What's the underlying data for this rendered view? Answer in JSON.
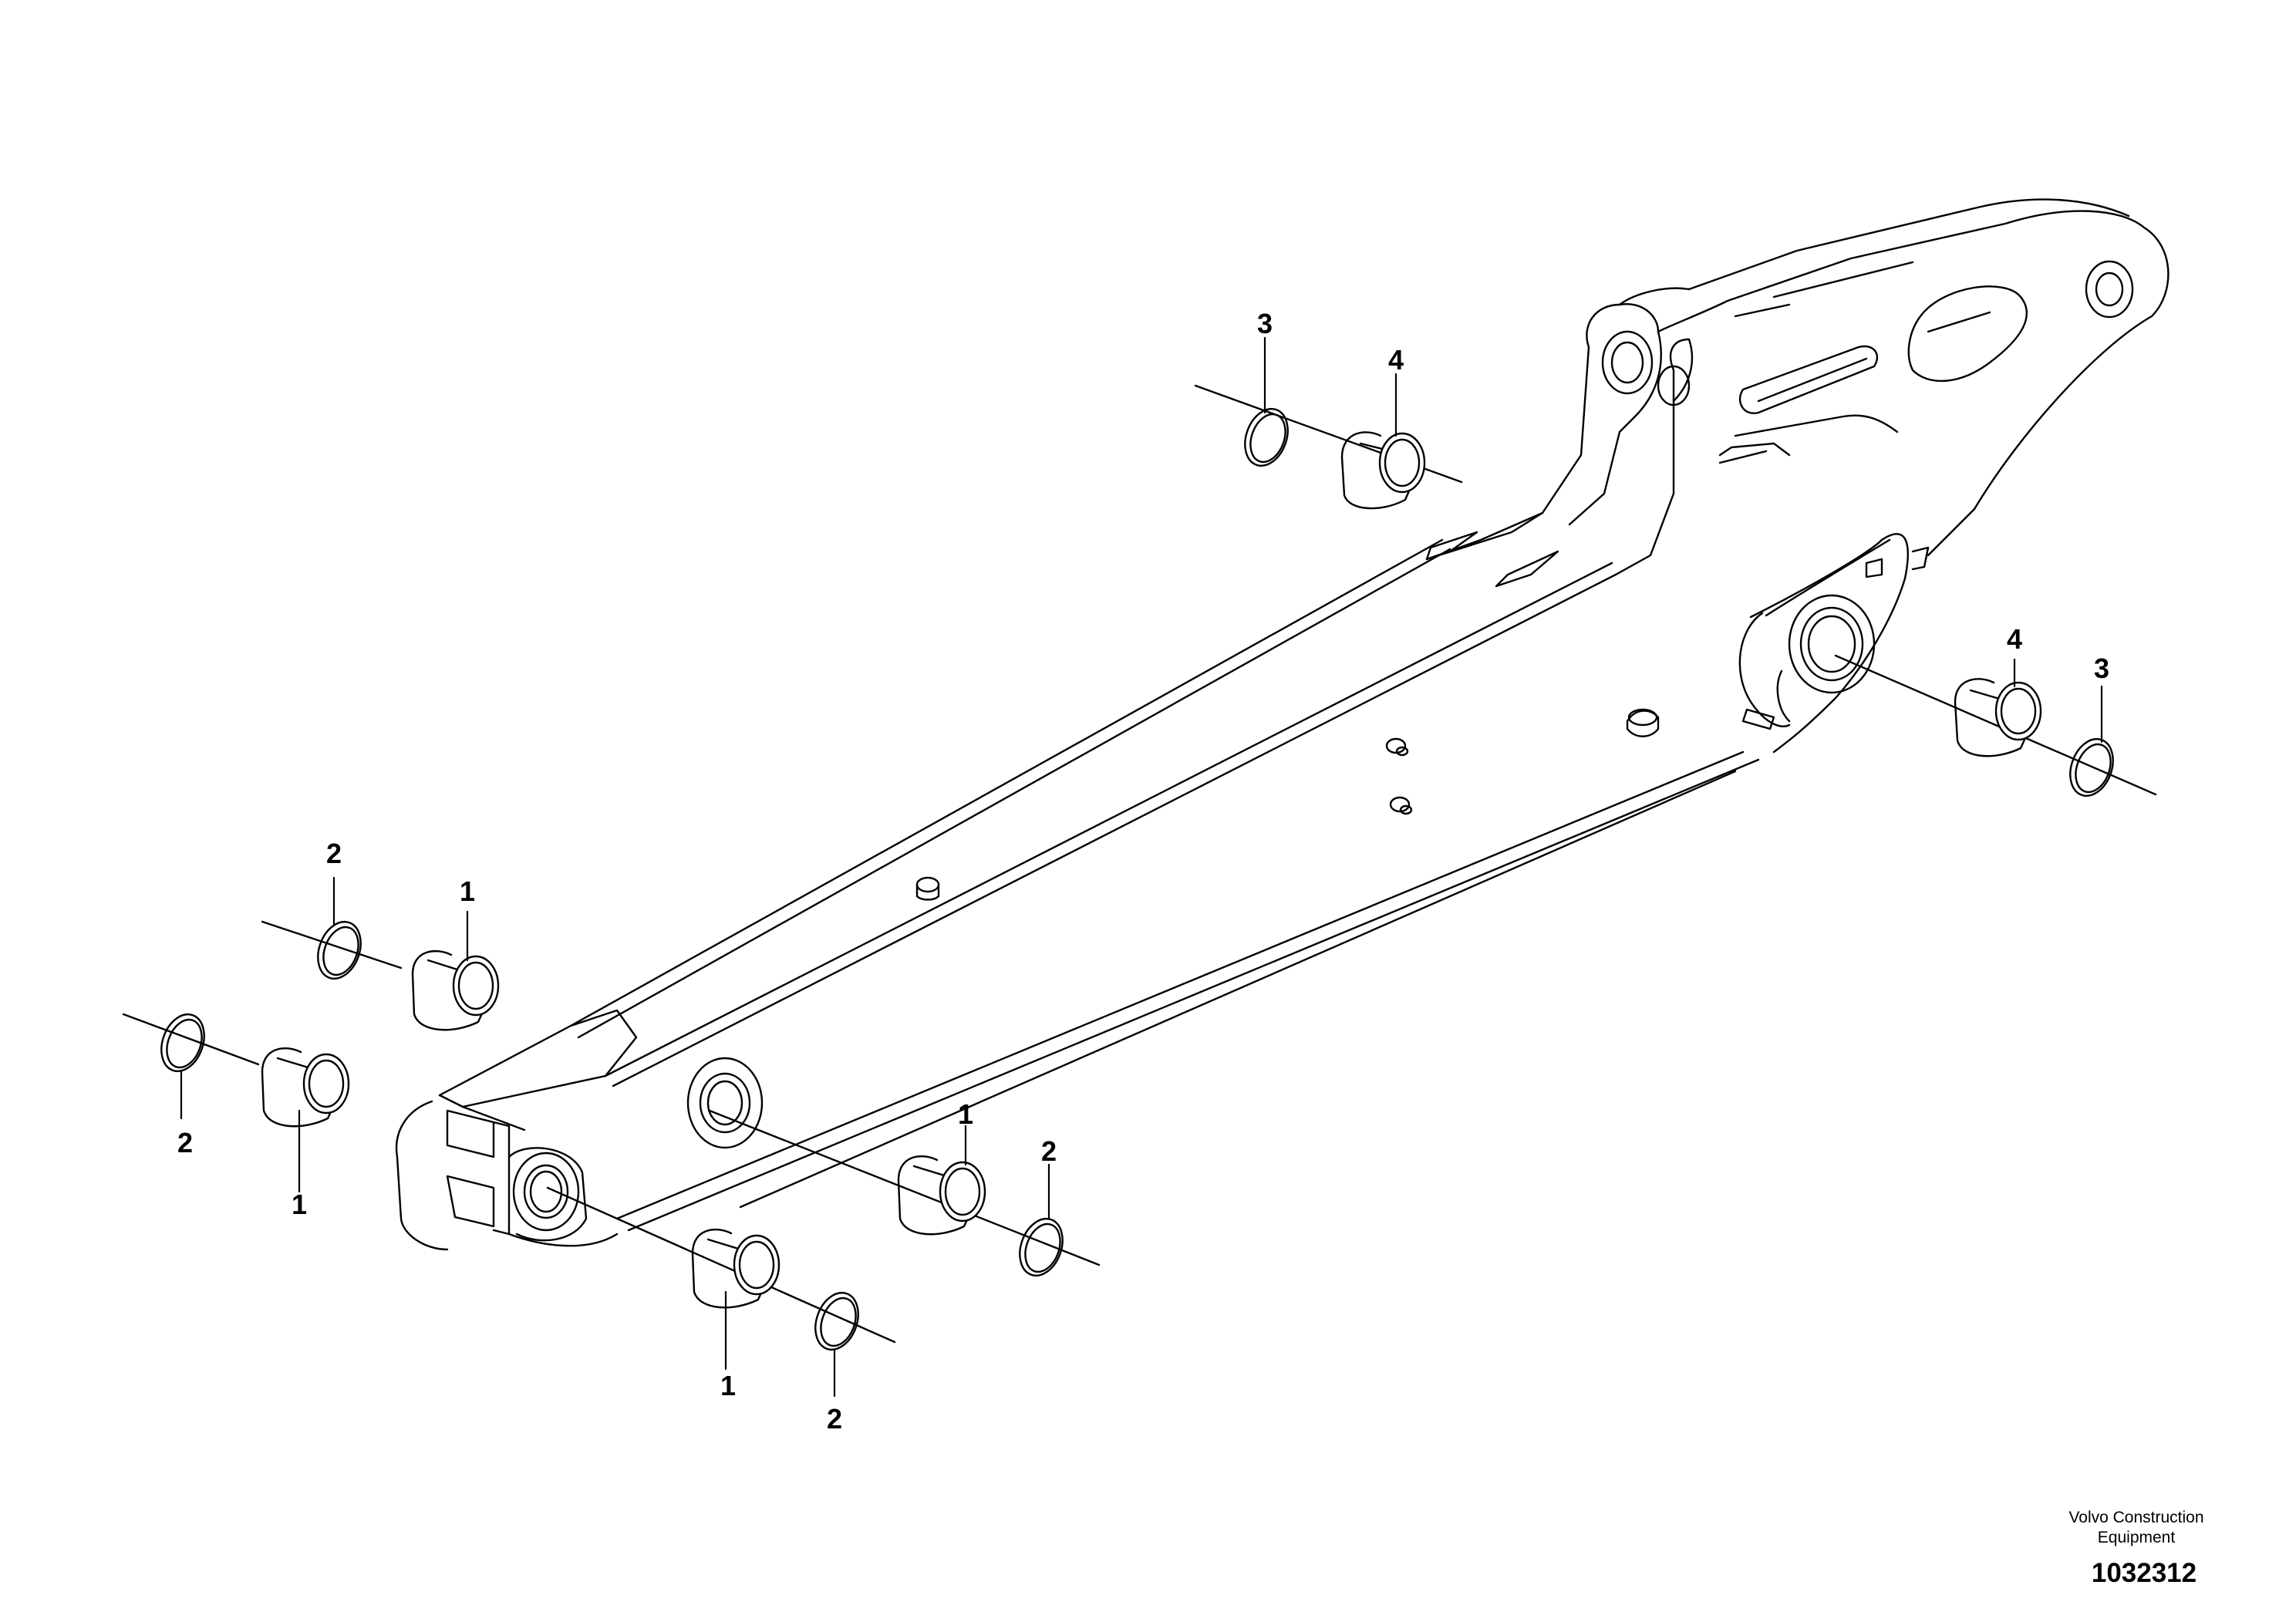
{
  "callouts": [
    {
      "id": "bushing-top-left-ring",
      "label": "3"
    },
    {
      "id": "bushing-top-left",
      "label": "4"
    },
    {
      "id": "bushing-right",
      "label": "4"
    },
    {
      "id": "bushing-right-ring",
      "label": "3"
    },
    {
      "id": "ring-upper-left",
      "label": "2"
    },
    {
      "id": "bushing-upper-left",
      "label": "1"
    },
    {
      "id": "ring-lower-left",
      "label": "2"
    },
    {
      "id": "bushing-lower-left",
      "label": "1"
    },
    {
      "id": "bushing-middle",
      "label": "1"
    },
    {
      "id": "ring-middle",
      "label": "2"
    },
    {
      "id": "bushing-bottom",
      "label": "1"
    },
    {
      "id": "ring-bottom",
      "label": "2"
    }
  ],
  "brand": {
    "line1": "Volvo Construction",
    "line2": "Equipment"
  },
  "drawing_number": "1032312",
  "colors": {
    "line": "#000000",
    "background": "#ffffff"
  }
}
